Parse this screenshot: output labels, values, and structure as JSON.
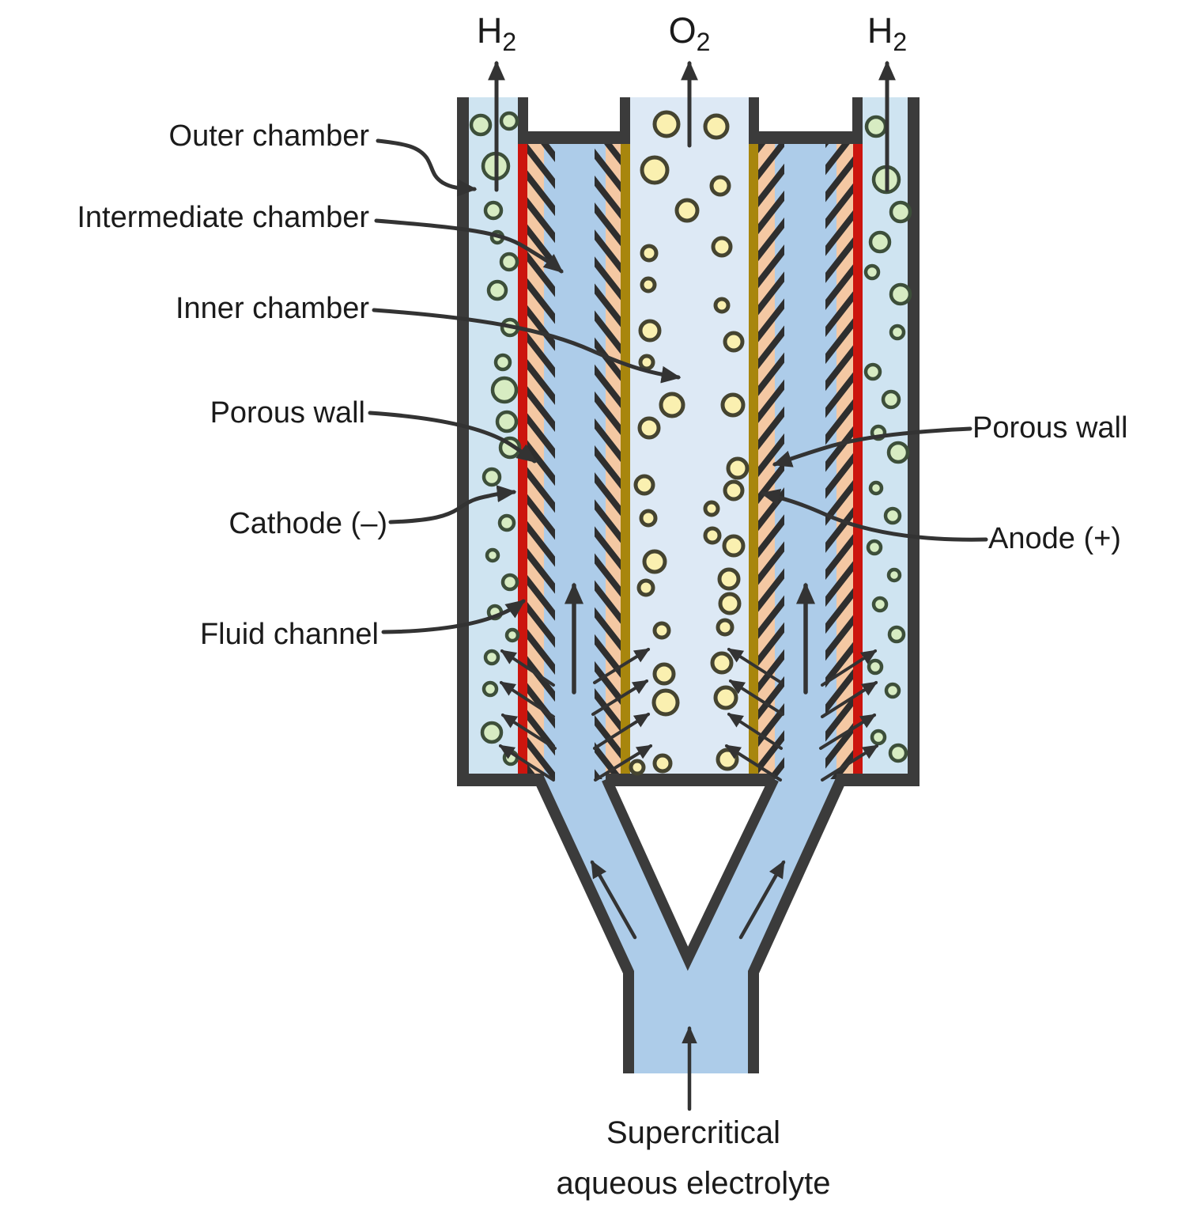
{
  "diagram": {
    "gas_outputs": {
      "left": {
        "symbol": "H",
        "subscript": "2"
      },
      "center": {
        "symbol": "O",
        "subscript": "2"
      },
      "right": {
        "symbol": "H",
        "subscript": "2"
      }
    },
    "labels": {
      "outer_chamber": "Outer chamber",
      "intermediate_chamber": "Intermediate chamber",
      "inner_chamber": "Inner chamber",
      "porous_wall_left": "Porous wall",
      "cathode": "Cathode (–)",
      "fluid_channel": "Fluid channel",
      "porous_wall_right": "Porous wall",
      "anode": "Anode (+)",
      "feed_line1": "Supercritical",
      "feed_line2": "aqueous electrolyte"
    },
    "colors": {
      "wall": "#3b3b3b",
      "outer_chamber_fluid": "#cfe4f1",
      "inner_chamber_fluid": "#dde9f5",
      "intermediate_fluid": "#adcce9",
      "cathode_strip": "#cc150e",
      "anode_strip": "#a8860d",
      "porous_wall": "#f4c8a3",
      "hatch": "#2e2e2e",
      "h2_bubble_fill": "#d7ecc2",
      "h2_bubble_stroke": "#3d4f3a",
      "o2_bubble_fill": "#faf0b0",
      "o2_bubble_stroke": "#454430",
      "arrow": "#333333",
      "text": "#1b1b1b"
    },
    "figure": {
      "h2_bubbles_left": [
        [
          608,
          158,
          12
        ],
        [
          644,
          153,
          10
        ],
        [
          627,
          210,
          16
        ],
        [
          624,
          266,
          10
        ],
        [
          629,
          300,
          7
        ],
        [
          644,
          331,
          10
        ],
        [
          629,
          367,
          11
        ],
        [
          645,
          414,
          10
        ],
        [
          636,
          458,
          9
        ],
        [
          638,
          493,
          15
        ],
        [
          641,
          533,
          12
        ],
        [
          645,
          566,
          12
        ],
        [
          622,
          603,
          10
        ],
        [
          641,
          661,
          9
        ],
        [
          623,
          702,
          7
        ],
        [
          645,
          736,
          9
        ],
        [
          626,
          774,
          8
        ],
        [
          648,
          803,
          7
        ],
        [
          622,
          831,
          8
        ],
        [
          620,
          871,
          8
        ],
        [
          622,
          926,
          12
        ],
        [
          646,
          958,
          8
        ]
      ],
      "h2_bubbles_right": [
        [
          1108,
          160,
          12
        ],
        [
          1121,
          227,
          16
        ],
        [
          1139,
          268,
          12
        ],
        [
          1113,
          306,
          12
        ],
        [
          1103,
          344,
          8
        ],
        [
          1139,
          372,
          12
        ],
        [
          1135,
          420,
          8
        ],
        [
          1104,
          470,
          9
        ],
        [
          1127,
          505,
          10
        ],
        [
          1111,
          547,
          8
        ],
        [
          1136,
          572,
          12
        ],
        [
          1108,
          617,
          7
        ],
        [
          1129,
          652,
          9
        ],
        [
          1106,
          692,
          8
        ],
        [
          1131,
          727,
          7
        ],
        [
          1113,
          764,
          8
        ],
        [
          1134,
          802,
          9
        ],
        [
          1107,
          843,
          8
        ],
        [
          1129,
          873,
          8
        ],
        [
          1111,
          932,
          8
        ],
        [
          1136,
          952,
          10
        ]
      ],
      "o2_bubbles": [
        [
          843,
          157,
          15
        ],
        [
          906,
          160,
          14
        ],
        [
          828,
          215,
          16
        ],
        [
          911,
          235,
          11
        ],
        [
          869,
          266,
          13
        ],
        [
          913,
          312,
          11
        ],
        [
          821,
          320,
          9
        ],
        [
          820,
          360,
          8
        ],
        [
          913,
          386,
          8
        ],
        [
          822,
          418,
          12
        ],
        [
          928,
          432,
          11
        ],
        [
          818,
          458,
          8
        ],
        [
          850,
          512,
          14
        ],
        [
          927,
          512,
          13
        ],
        [
          821,
          541,
          12
        ],
        [
          933,
          592,
          12
        ],
        [
          815,
          613,
          11
        ],
        [
          928,
          620,
          11
        ],
        [
          820,
          655,
          9
        ],
        [
          900,
          643,
          8
        ],
        [
          901,
          677,
          9
        ],
        [
          928,
          690,
          12
        ],
        [
          828,
          710,
          13
        ],
        [
          817,
          743,
          9
        ],
        [
          922,
          732,
          12
        ],
        [
          923,
          763,
          12
        ],
        [
          837,
          797,
          9
        ],
        [
          917,
          793,
          9
        ],
        [
          840,
          852,
          12
        ],
        [
          913,
          838,
          12
        ],
        [
          842,
          888,
          15
        ],
        [
          918,
          882,
          13
        ],
        [
          838,
          965,
          10
        ],
        [
          920,
          960,
          12
        ],
        [
          806,
          970,
          8
        ]
      ],
      "gas_arrows": [
        [
          628,
          240,
          628,
          80
        ],
        [
          872,
          184,
          872,
          80
        ],
        [
          1122,
          240,
          1122,
          80
        ]
      ],
      "large_flow_arrows": [
        [
          726,
          875,
          726,
          740
        ],
        [
          1019,
          875,
          1019,
          740
        ]
      ],
      "tube_flow_arrows": [
        [
          803,
          1185,
          749,
          1090
        ],
        [
          937,
          1185,
          991,
          1090
        ],
        [
          872,
          1402,
          872,
          1300
        ]
      ],
      "small_flow_arrows": [
        [
          700,
          866,
          635,
          823
        ],
        [
          700,
          906,
          634,
          863
        ],
        [
          702,
          946,
          636,
          904
        ],
        [
          700,
          986,
          633,
          943
        ],
        [
          752,
          863,
          820,
          821
        ],
        [
          750,
          903,
          818,
          861
        ],
        [
          752,
          946,
          820,
          903
        ],
        [
          753,
          986,
          823,
          943
        ],
        [
          988,
          863,
          922,
          821
        ],
        [
          990,
          903,
          924,
          861
        ],
        [
          988,
          946,
          922,
          903
        ],
        [
          987,
          986,
          919,
          943
        ],
        [
          1040,
          866,
          1107,
          823
        ],
        [
          1040,
          906,
          1108,
          863
        ],
        [
          1038,
          946,
          1106,
          904
        ],
        [
          1040,
          986,
          1109,
          943
        ]
      ]
    }
  }
}
